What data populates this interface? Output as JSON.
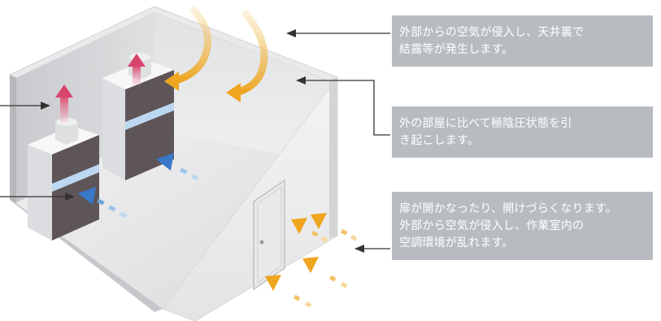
{
  "callouts": [
    {
      "text": "外部からの空気が侵入し、天井裏で\n結露等が発生します。"
    },
    {
      "text": "外の部屋に比べて極陰圧状態を引\nき起こします。"
    },
    {
      "text": "扉が開かなったり、開けづらくなります。\n外部から空気が侵入し、作業室内の\n空調環境が乱れます。"
    }
  ],
  "colors": {
    "callout_bg": "#b8bcc1",
    "exhaust_arrow": "#d9446e",
    "intake_arrow": "#3a78c9",
    "leak_arrow": "#f0a51e",
    "leader_line": "#333333"
  }
}
